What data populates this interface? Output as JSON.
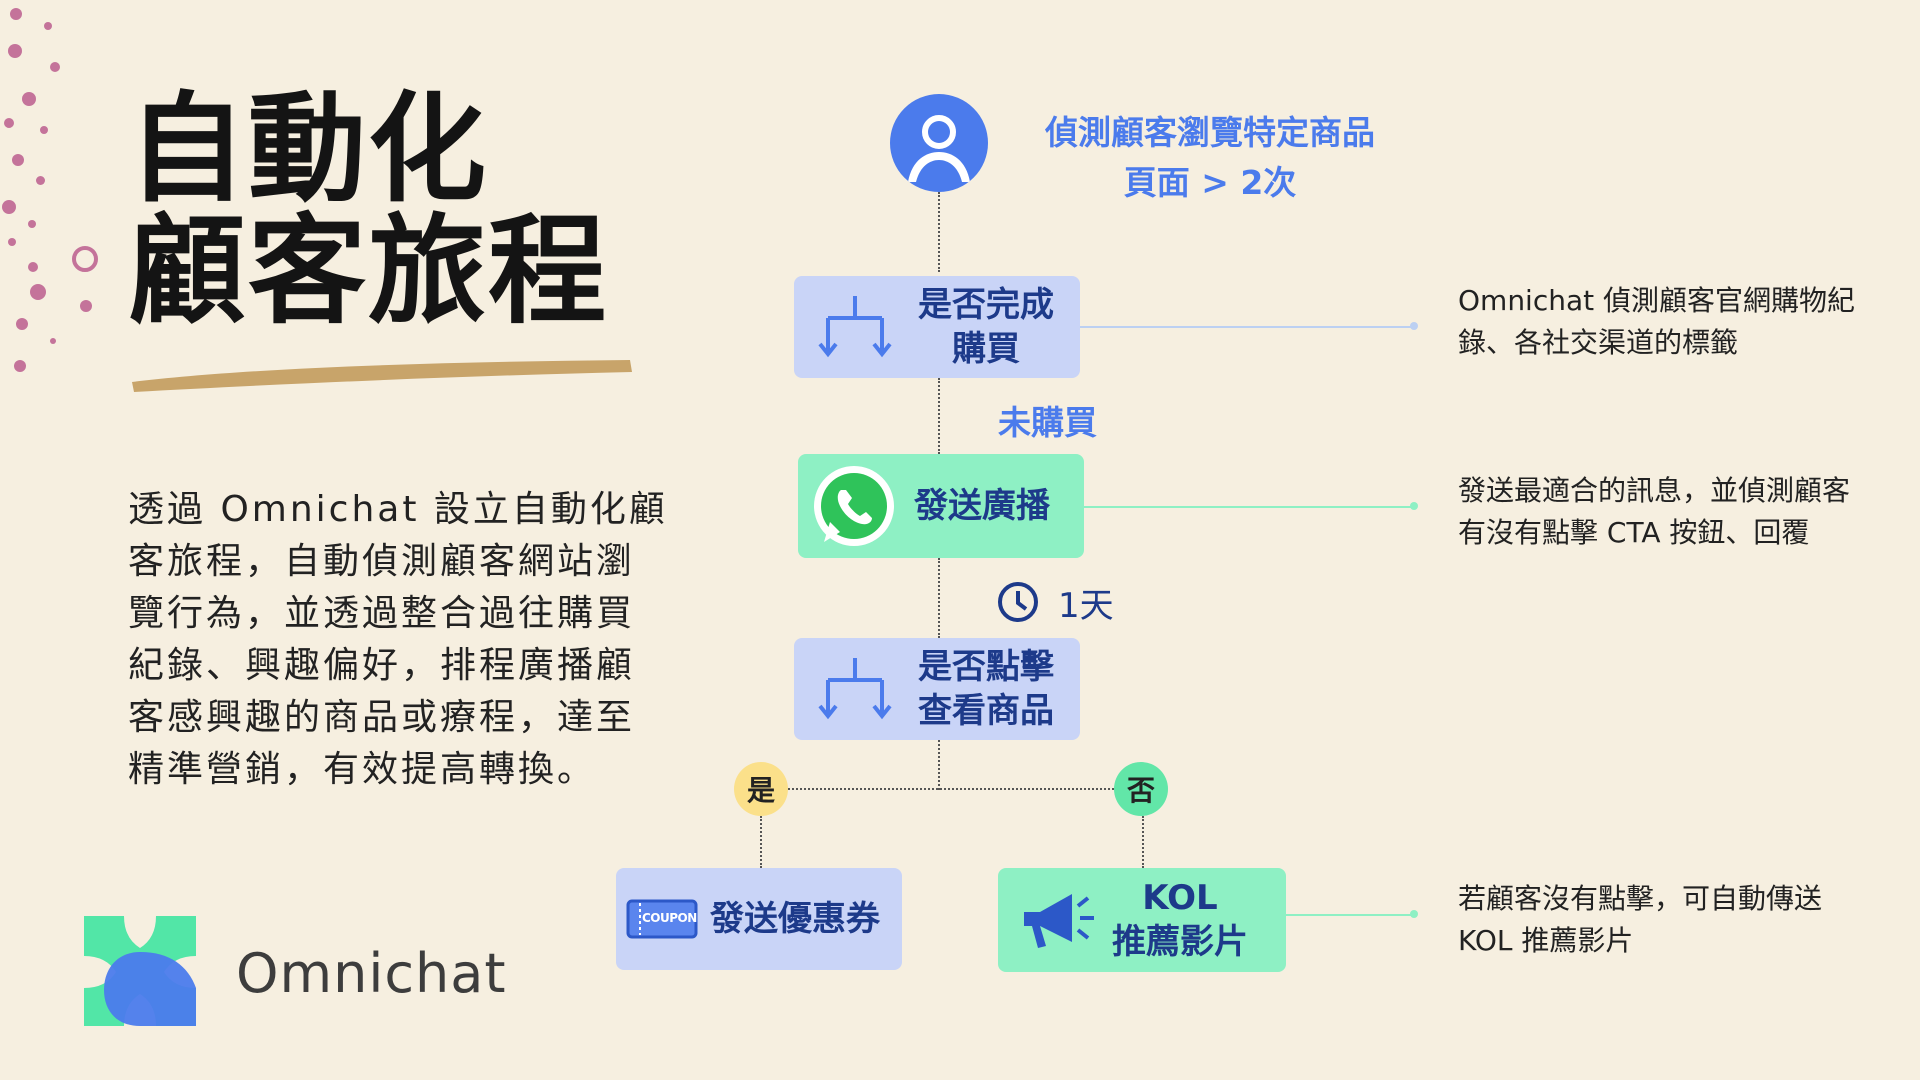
{
  "title": {
    "line1": "自動化",
    "line2": "顧客旅程"
  },
  "description": "透過 Omnichat 設立自動化顧客旅程，自動偵測顧客網站瀏覽行為，並透過整合過往購買紀錄、興趣偏好，排程廣播顧客感興趣的商品或療程，達至精準營銷，有效提高轉換。",
  "logo": {
    "wordmark": "Omnichat"
  },
  "flow": {
    "trigger": {
      "line1": "偵測顧客瀏覽特定商品",
      "line2": "頁面 > 2次",
      "icon": "user-icon"
    },
    "decision1": {
      "line1": "是否完成",
      "line2": "購買",
      "icon": "split-arrow-icon"
    },
    "branch1_label": "未購買",
    "broadcast": {
      "label": "發送廣播",
      "icon": "whatsapp-icon"
    },
    "delay": {
      "label": "1天",
      "icon": "clock-icon"
    },
    "decision2": {
      "line1": "是否點擊",
      "line2": "查看商品",
      "icon": "split-arrow-icon"
    },
    "yes_label": "是",
    "no_label": "否",
    "coupon": {
      "label": "發送優惠券",
      "icon": "coupon-icon",
      "icon_text": "COUPON"
    },
    "kol": {
      "line1": "KOL",
      "line2": "推薦影片",
      "icon": "megaphone-icon"
    }
  },
  "notes": {
    "note1": {
      "line1": "Omnichat 偵測顧客官網購物紀",
      "line2": "錄、各社交渠道的標籤"
    },
    "note2": {
      "line1": "發送最適合的訊息，並偵測顧客",
      "line2": "有沒有點擊 CTA 按鈕、回覆"
    },
    "note3": {
      "line1": "若顧客沒有點擊，可自動傳送",
      "line2": "KOL 推薦影片"
    }
  },
  "colors": {
    "background": "#f6efe0",
    "accent_blue": "#4b7bec",
    "node_blue": "#c9d4f7",
    "node_green": "#8ef0c4",
    "yes_badge": "#fbe08a",
    "no_badge": "#62e6a8",
    "brush": "#c8a46a",
    "dots": "#c4739a"
  }
}
